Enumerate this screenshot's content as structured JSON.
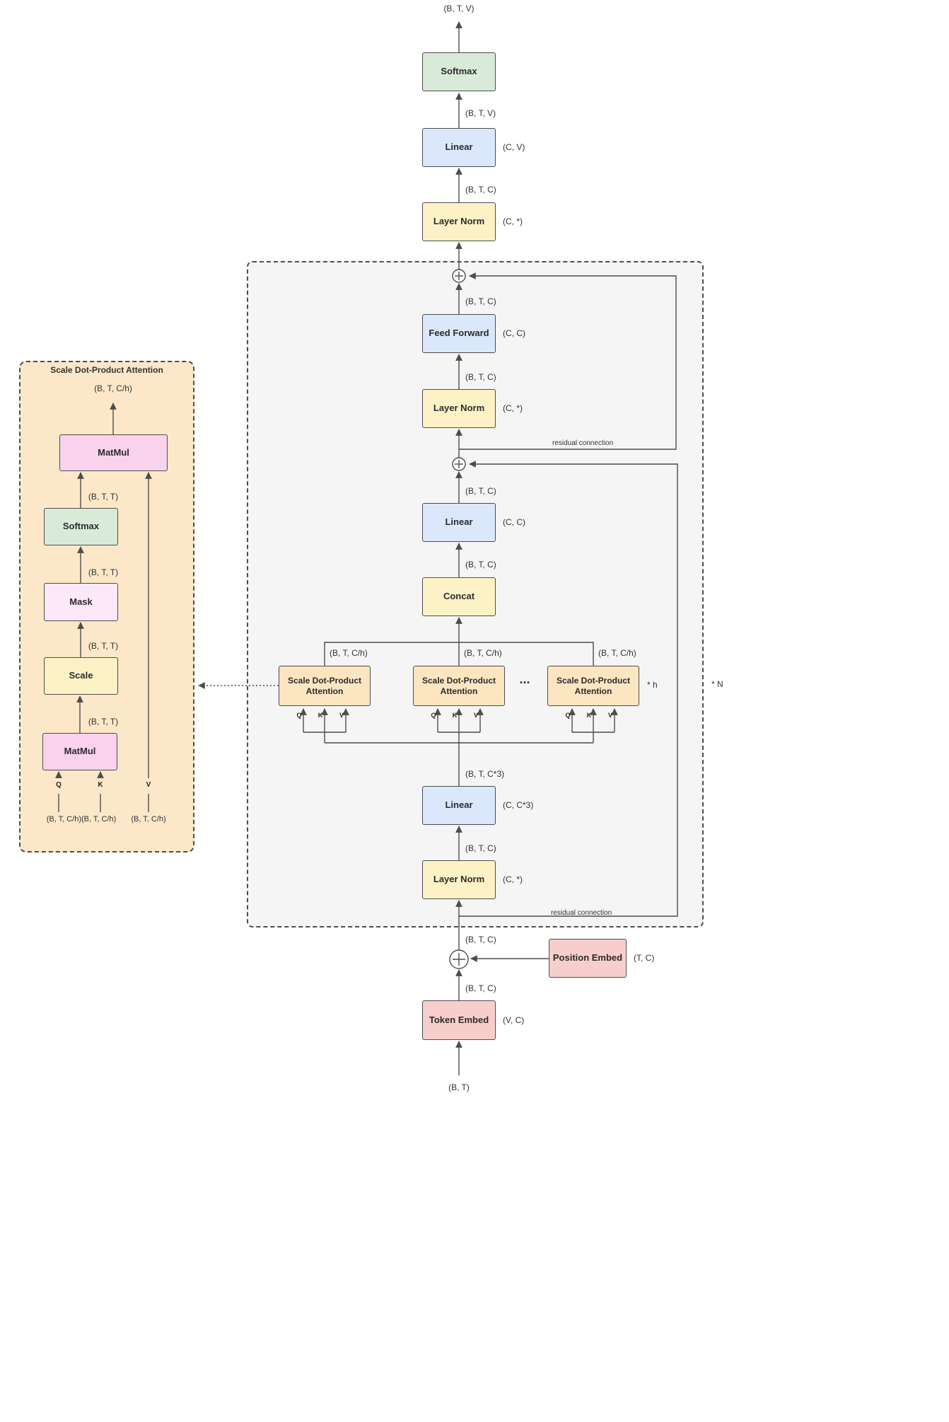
{
  "nodes": {
    "softmax": "Softmax",
    "linear": "Linear",
    "layer_norm": "Layer Norm",
    "feed_forward": "Feed Forward",
    "concat": "Concat",
    "attention": "Scale Dot-Product Attention",
    "token_embed": "Token Embed",
    "position_embed": "Position Embed",
    "matmul": "MatMul",
    "mask": "Mask",
    "scale": "Scale"
  },
  "inset": {
    "title": "Scale Dot-Product Attention"
  },
  "annotations": {
    "residual": "residual connection",
    "dots": "...",
    "times_h": "* h",
    "times_n": "* N",
    "q": "Q",
    "k": "K",
    "v": "V"
  },
  "shapes": {
    "btv": "(B, T, V)",
    "btc": "(B, T, C)",
    "btch": "(B, T, C/h)",
    "btch_pair": "(B, T, C/h)(B, T, C/h)",
    "btc3": "(B, T, C*3)",
    "btt": "(B, T, T)",
    "bt": "(B, T)",
    "cv": "(C, V)",
    "c_star": "(C, *)",
    "cc": "(C, C)",
    "cc3": "(C, C*3)",
    "tc": "(T, C)",
    "vc": "(V, C)"
  },
  "colors": {
    "green": "#d9ead9",
    "blue": "#dbe8fc",
    "yellow": "#fdf2c6",
    "red": "#f8cecc",
    "tan": "#fce6c2",
    "pink": "#f9d2ee",
    "light_pink": "#fbe9f9",
    "panel_bg": "#fce8c8",
    "region_bg": "#f5f5f5",
    "stroke": "#4d4d4d"
  }
}
